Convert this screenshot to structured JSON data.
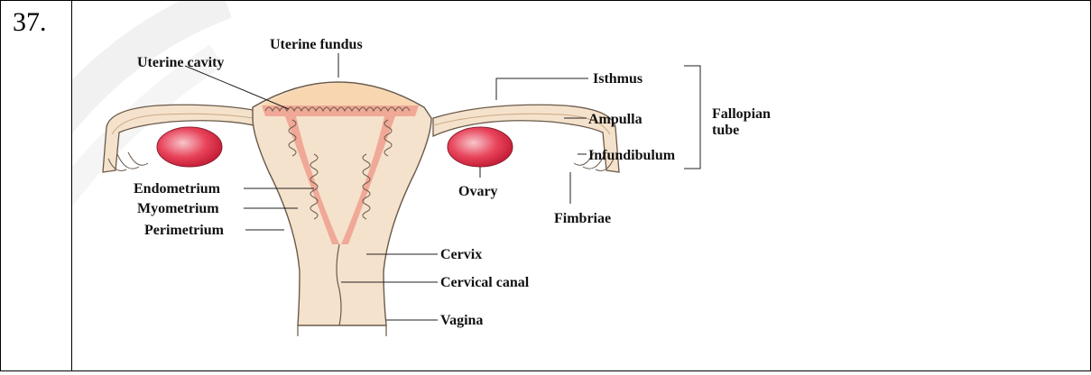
{
  "question_number": "37.",
  "labels": {
    "uterine_fundus": "Uterine fundus",
    "uterine_cavity": "Uterine cavity",
    "isthmus": "Isthmus",
    "ampulla": "Ampulla",
    "infundibulum": "Infundibulum",
    "fallopian_tube_line1": "Fallopian",
    "fallopian_tube_line2": "tube",
    "endometrium": "Endometrium",
    "myometrium": "Myometrium",
    "perimetrium": "Perimetrium",
    "ovary": "Ovary",
    "fimbriae": "Fimbriae",
    "cervix": "Cervix",
    "cervical_canal": "Cervical canal",
    "vagina": "Vagina"
  },
  "colors": {
    "tissue": "#f5e2cc",
    "tissue_outline": "#6b5a4a",
    "endometrium": "#ef9a8a",
    "ovary": "#e8445a",
    "ovary_highlight": "#f7c6cc",
    "fundus_top": "#f8d7b0",
    "watermark": "#e6e6e6"
  }
}
